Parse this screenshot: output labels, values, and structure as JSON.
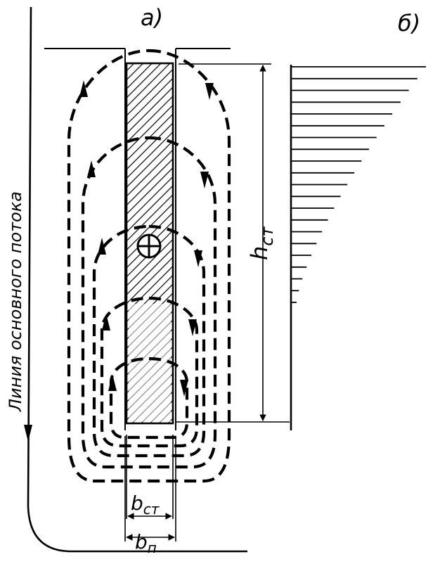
{
  "labels": {
    "panel_a": "а)",
    "panel_b": "б)",
    "main_flow_line": "Линия основного потока",
    "height": {
      "main": "h",
      "sub": "ст"
    },
    "width_st": {
      "main": "b",
      "sub": "ст"
    },
    "width_p": {
      "main": "b",
      "sub": "п"
    }
  },
  "diagram": {
    "strip_style": "hatched",
    "potential_symbol": "plus-in-circle",
    "loop_count": 5,
    "distribution_lines": 21
  }
}
